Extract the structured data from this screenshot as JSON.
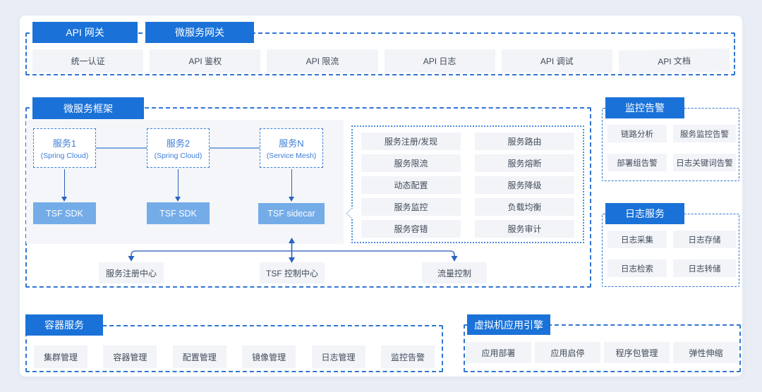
{
  "palette": {
    "primary_blue": "#1a72d8",
    "light_blue": "#74ace8",
    "dashed_border": "#3076d1",
    "item_bg": "#f2f4f8",
    "item_text": "#414b5a",
    "blue_text": "#3b7ed8",
    "arrow_blue": "#2a63bd",
    "page_bg": "#e9edf5"
  },
  "api_gateway": {
    "header_primary": "API 网关",
    "header_secondary": "微服务网关",
    "items": [
      "统一认证",
      "API 鉴权",
      "API 限流",
      "API 日志",
      "API 调试",
      "API 文档"
    ]
  },
  "framework": {
    "header": "微服务框架",
    "services": [
      {
        "name": "服务1",
        "platform": "(Spring Cloud)"
      },
      {
        "name": "服务2",
        "platform": "(Spring Cloud)"
      },
      {
        "name": "服务N",
        "platform": "(Service Mesh)"
      }
    ],
    "agents": [
      "TSF SDK",
      "TSF SDK",
      "TSF sidecar"
    ],
    "capabilities": [
      "服务注册/发现",
      "服务路由",
      "服务限流",
      "服务熔断",
      "动态配置",
      "服务降级",
      "服务监控",
      "负载均衡",
      "服务容错",
      "服务审计"
    ],
    "control_plane": [
      "服务注册中心",
      "TSF 控制中心",
      "流量控制"
    ]
  },
  "monitoring": {
    "header": "监控告警",
    "items": [
      "链路分析",
      "服务监控告警",
      "部署组告警",
      "日志关键词告警"
    ]
  },
  "logging": {
    "header": "日志服务",
    "items": [
      "日志采集",
      "日志存储",
      "日志检索",
      "日志转储"
    ]
  },
  "container": {
    "header": "容器服务",
    "items": [
      "集群管理",
      "容器管理",
      "配置管理",
      "镜像管理",
      "日志管理",
      "监控告警"
    ]
  },
  "vm_engine": {
    "header": "虚拟机应用引擎",
    "items": [
      "应用部署",
      "应用启停",
      "程序包管理",
      "弹性伸缩"
    ]
  }
}
